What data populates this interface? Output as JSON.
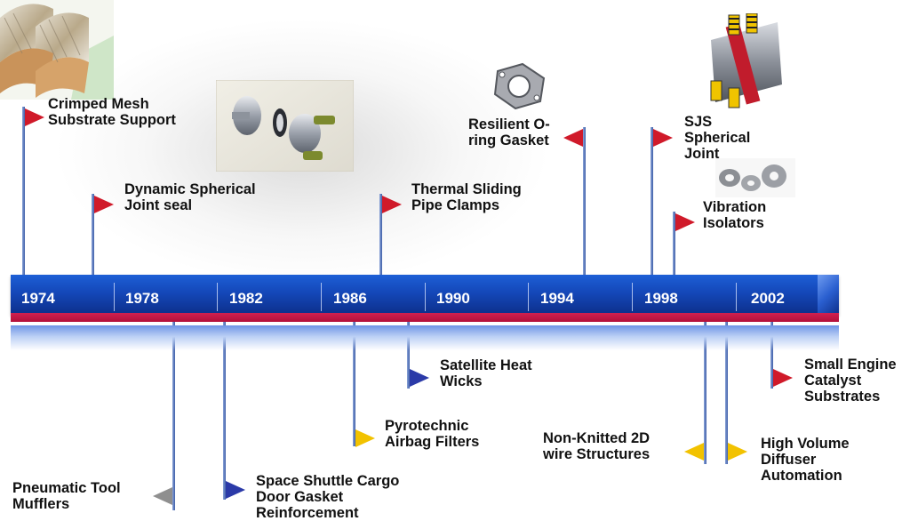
{
  "timeline": {
    "years": [
      "1974",
      "1978",
      "1982",
      "1986",
      "1990",
      "1994",
      "1998",
      "2002"
    ]
  },
  "colors": {
    "bar_blue": "#1447b8",
    "stripe_red": "#b3103a",
    "flag_red": "#d01a2a",
    "flag_blue": "#2b3aa8",
    "flag_yellow": "#f2c200",
    "flag_gray": "#8f8f8f"
  },
  "milestones_above": [
    {
      "label": "Crimped Mesh\nSubstrate Support",
      "flag_color": "red"
    },
    {
      "label": "Dynamic Spherical\nJoint seal",
      "flag_color": "red"
    },
    {
      "label": "Thermal Sliding\nPipe Clamps",
      "flag_color": "red"
    },
    {
      "label": "Resilient O-\nring Gasket",
      "flag_color": "red"
    },
    {
      "label": "SJS\nSpherical\nJoint",
      "flag_color": "red"
    },
    {
      "label": "Vibration\nIsolators",
      "flag_color": "red"
    }
  ],
  "milestones_below": [
    {
      "label": "Pneumatic Tool\nMufflers",
      "flag_color": "gray"
    },
    {
      "label": "Space Shuttle Cargo\nDoor Gasket\nReinforcement",
      "flag_color": "blue"
    },
    {
      "label": "Pyrotechnic\nAirbag Filters",
      "flag_color": "yellow"
    },
    {
      "label": "Satellite Heat\nWicks",
      "flag_color": "blue"
    },
    {
      "label": "Non-Knitted 2D\nwire Structures",
      "flag_color": "yellow"
    },
    {
      "label": "High Volume\nDiffuser\nAutomation",
      "flag_color": "yellow"
    },
    {
      "label": "Small Engine\nCatalyst\nSubstrates",
      "flag_color": "red"
    }
  ],
  "images": [
    {
      "name": "crimped-mesh-photo"
    },
    {
      "name": "spherical-joint-parts-photo"
    },
    {
      "name": "oring-gasket-photo"
    },
    {
      "name": "sjs-joint-photo"
    },
    {
      "name": "vibration-isolators-photo"
    }
  ]
}
